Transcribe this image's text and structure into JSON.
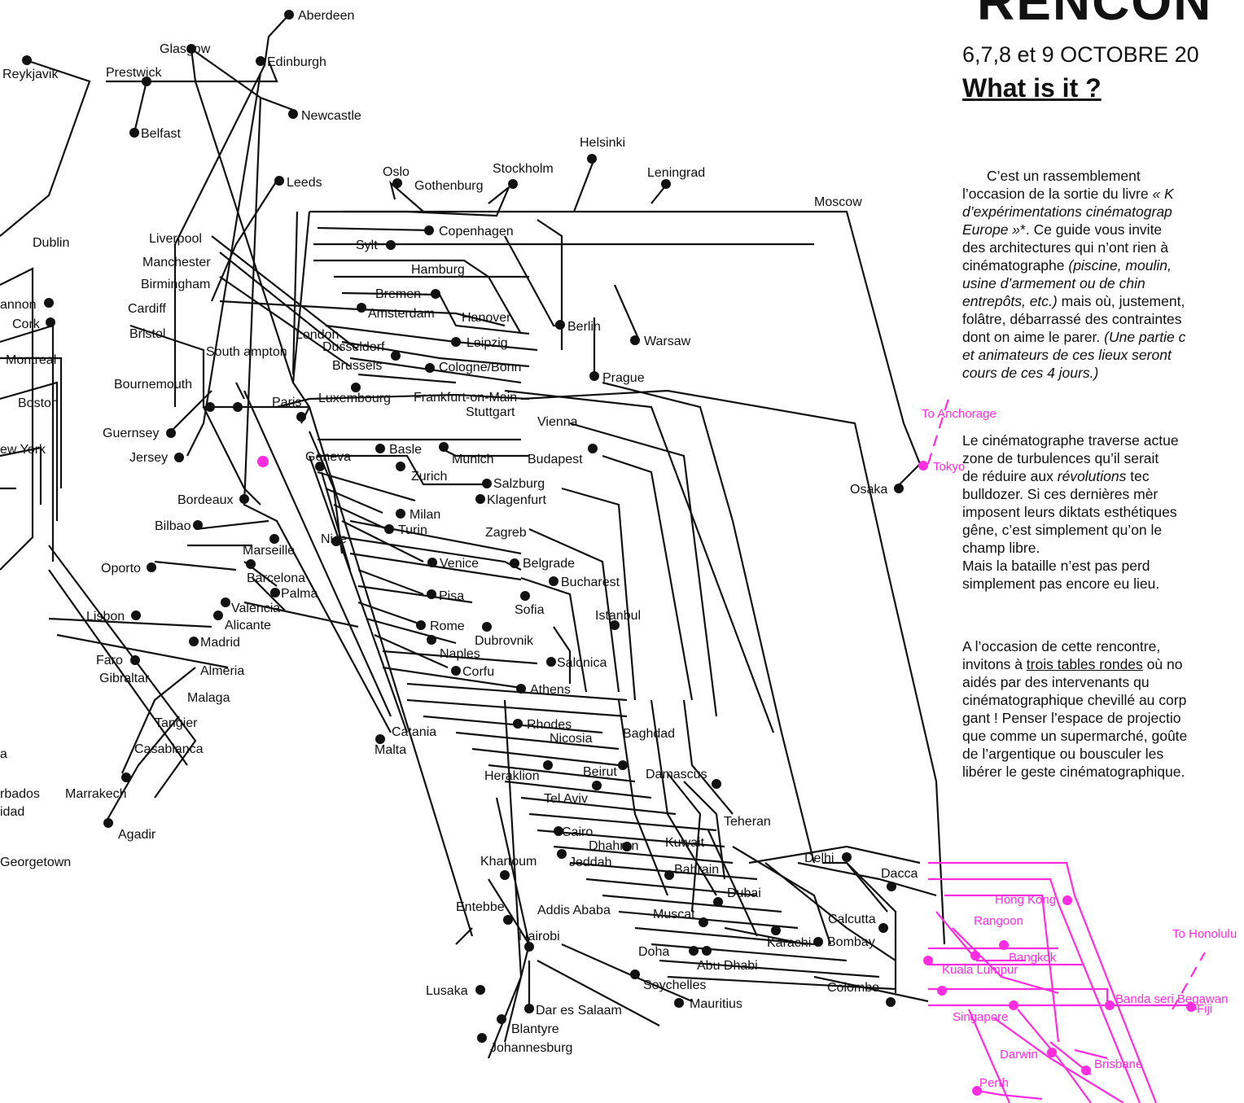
{
  "poster": {
    "title": "RENCON",
    "dates": "6,7,8 et 9 OCTOBRE 20",
    "heading": "What is it ?",
    "p1_a": "C’est un rassemblement",
    "p1_b": "l’occasion de la sortie du livre ",
    "p1_c": "« K",
    "p1_d": "d’expérimentations cinématograp",
    "p1_e": "Europe »",
    "p1_f": "*. Ce guide vous invite",
    "p1_g": "des architectures qui n’ont rien à",
    "p1_h": "cinématographe ",
    "p1_i": "(piscine, moulin,",
    "p1_j": "usine d’armement ou de chin",
    "p1_k": "entrepôts, etc.)",
    "p1_l": " mais où, justement,",
    "p1_m": "folâtre, débarrassé des contraintes",
    "p1_n": "dont on aime le parer. ",
    "p1_o": "(Une partie c",
    "p1_p": "et animateurs de ces lieux seront",
    "p1_q": "cours de ces 4 jours.)",
    "p2_a": "Le cinématographe traverse actue",
    "p2_b": "zone de turbulences qu’il serait",
    "p2_c": "de réduire aux ",
    "p2_d": "révolutions",
    "p2_e": " tec",
    "p2_f": "bulldozer. Si ces dernières mèr",
    "p2_g": "imposent leurs diktats esthétiques",
    "p2_h": "gêne, c’est simplement qu’on le",
    "p2_i": "champ libre.",
    "p2_j": "Mais la bataille n’est pas perd",
    "p2_k": "simplement pas encore eu lieu.",
    "p3_a": "A l’occasion de cette rencontre,",
    "p3_b": "invitons à ",
    "p3_c": "trois tables rondes",
    "p3_d": " où no",
    "p3_e": "aidés par des intervenants qu",
    "p3_f": "cinématographique chevillé au corp",
    "p3_g": "gant ! Penser l’espace de projectio",
    "p3_h": "que comme un supermarché, goûte",
    "p3_i": "de l’argentique ou bousculer les",
    "p3_j": "libérer le geste cinématographique."
  },
  "map": {
    "colors": {
      "line": "#111111",
      "highlight": "#ff2de0",
      "background": "#ffffff"
    },
    "cities": [
      "Aberdeen",
      "Glasgow",
      "Edinburgh",
      "Reykjavik",
      "Prestwick",
      "Newcastle",
      "Belfast",
      "Leeds",
      "Dublin",
      "Liverpool",
      "Manchester",
      "Birmingham",
      "annon",
      "Cork",
      "Cardiff",
      "Bristol",
      "Montreal",
      "Boston",
      "ew York",
      "Bournemouth",
      "South ampton",
      "London",
      "Guernsey",
      "Jersey",
      "Paris",
      "Oslo",
      "Gothenburg",
      "Stockholm",
      "Helsinki",
      "Leningrad",
      "Moscow",
      "Copenhagen",
      "Sylt",
      "Hamburg",
      "Bremen",
      "Amsterdam",
      "Hanover",
      "Leipzig",
      "Berlin",
      "Warsaw",
      "Dusseldorf",
      "Brussels",
      "Cologne/Bonn",
      "Prague",
      "Luxembourg",
      "Frankfurt-on-Main",
      "Stuttgart",
      "Vienna",
      "Basle",
      "Munich",
      "Budapest",
      "Geneva",
      "Zurich",
      "Salzburg",
      "Klagenfurt",
      "Bordeaux",
      "Bilbao",
      "Milan",
      "Turin",
      "Zagreb",
      "Nice",
      "Marseille",
      "Barcelona",
      "Palma",
      "Valencia",
      "Alicante",
      "Oporto",
      "Venice",
      "Belgrade",
      "Bucharest",
      "Pisa",
      "Sofia",
      "Lisbon",
      "Istanbul",
      "Rome",
      "Dubrovnik",
      "Madrid",
      "Naples",
      "Faro",
      "Gibraltar",
      "Almeria",
      "Malaga",
      "Corfu",
      "Salonica",
      "Athens",
      "Tangier",
      "Casablanca",
      "Rhodes",
      "Catania",
      "Nicosia",
      "Baghdad",
      "Malta",
      "Heraklion",
      "Beirut",
      "Damascus",
      "Tel Aviv",
      "Teheran",
      "Cairo",
      "Dhahran",
      "Kuwait",
      "Bahrain",
      "Delhi",
      "Khartoum",
      "Jeddah",
      "Dacca",
      "Dubai",
      "Entebbe",
      "Addis Ababa",
      "Muscat",
      "Calcutta",
      "Karachi",
      "Bombay",
      "Nairobi",
      "Doha",
      "Abu Dhabi",
      "Seychelles",
      "Colombo",
      "Lusaka",
      "Mauritius",
      "Dar es Salaam",
      "Blantyre",
      "Johannesburg",
      "Osaka",
      "Marrakech",
      "Agadir",
      "a",
      "rbados",
      "idad",
      "Georgetown"
    ],
    "pink_cities": [
      "To Anchorage",
      "Tokyo",
      "Hong Kong",
      "Rangoon",
      "Bangkok",
      "Kuala Lumpur",
      "Banda seri Begawan",
      "To Honolulu",
      "Fiji",
      "Singapore",
      "Darwin",
      "Brisbane",
      "Perth"
    ]
  }
}
